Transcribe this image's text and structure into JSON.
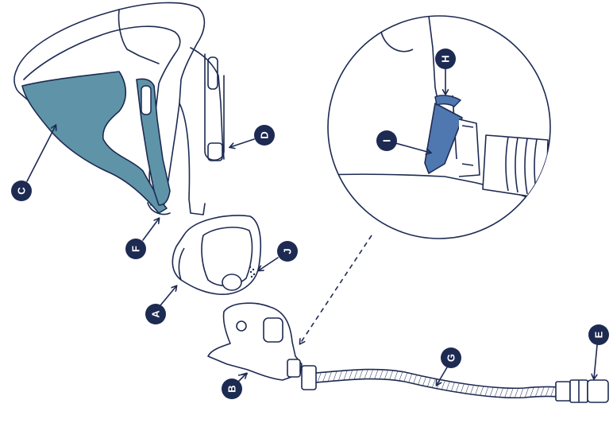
{
  "colors": {
    "outline": "#1d2a52",
    "accent_fill": "#5f94a8",
    "detail_fill": "#4f78b0",
    "badge": "#1d2a52",
    "badge_text": "#ffffff",
    "background": "#ffffff"
  },
  "callouts": {
    "A": "A",
    "B": "B",
    "C": "C",
    "D": "D",
    "E": "E",
    "F": "F",
    "G": "G",
    "H": "H",
    "I": "I",
    "J": "J"
  }
}
